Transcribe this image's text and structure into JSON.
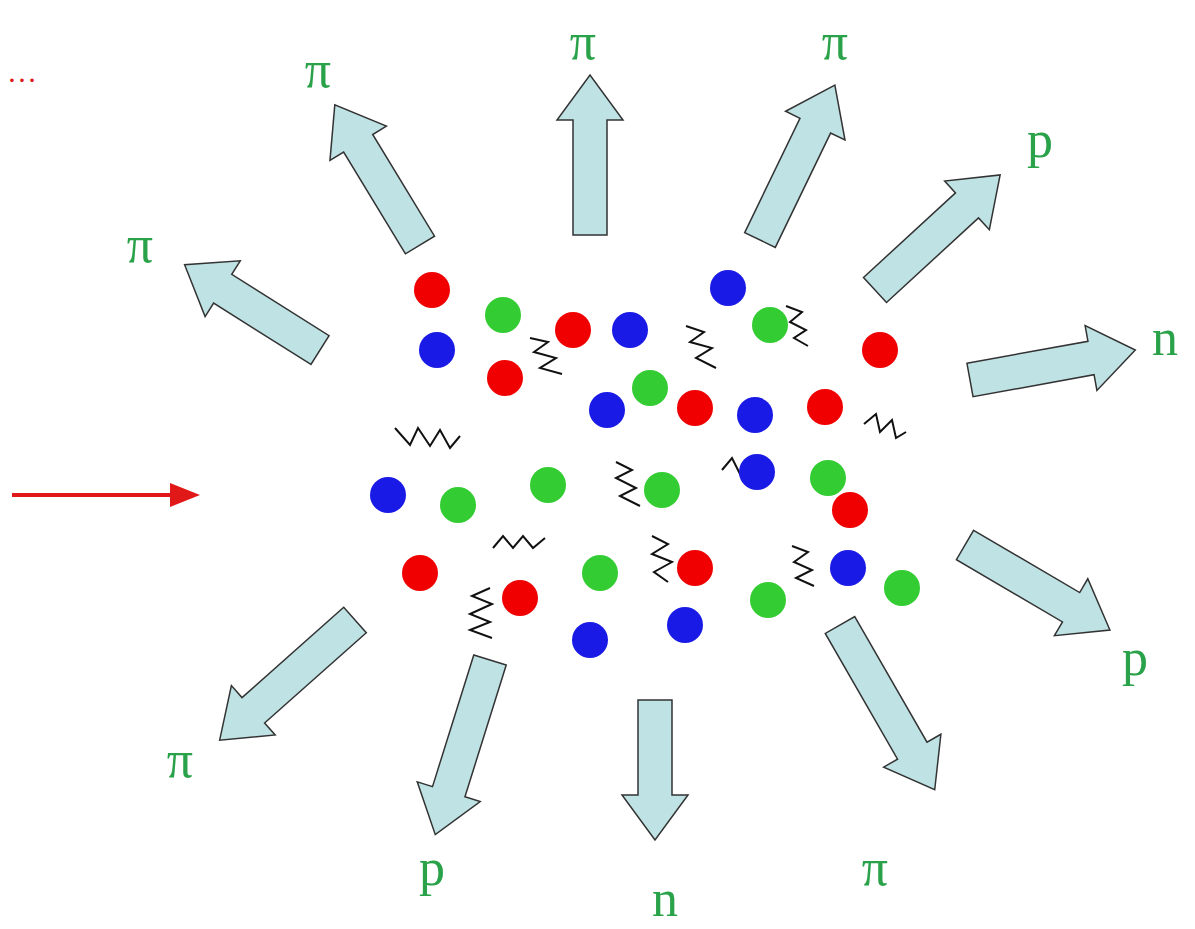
{
  "diagram": {
    "labels": [
      "π",
      "π",
      "π",
      "…",
      "p",
      "π",
      "n",
      "p",
      "π",
      "π",
      "p",
      "n"
    ]
  }
}
